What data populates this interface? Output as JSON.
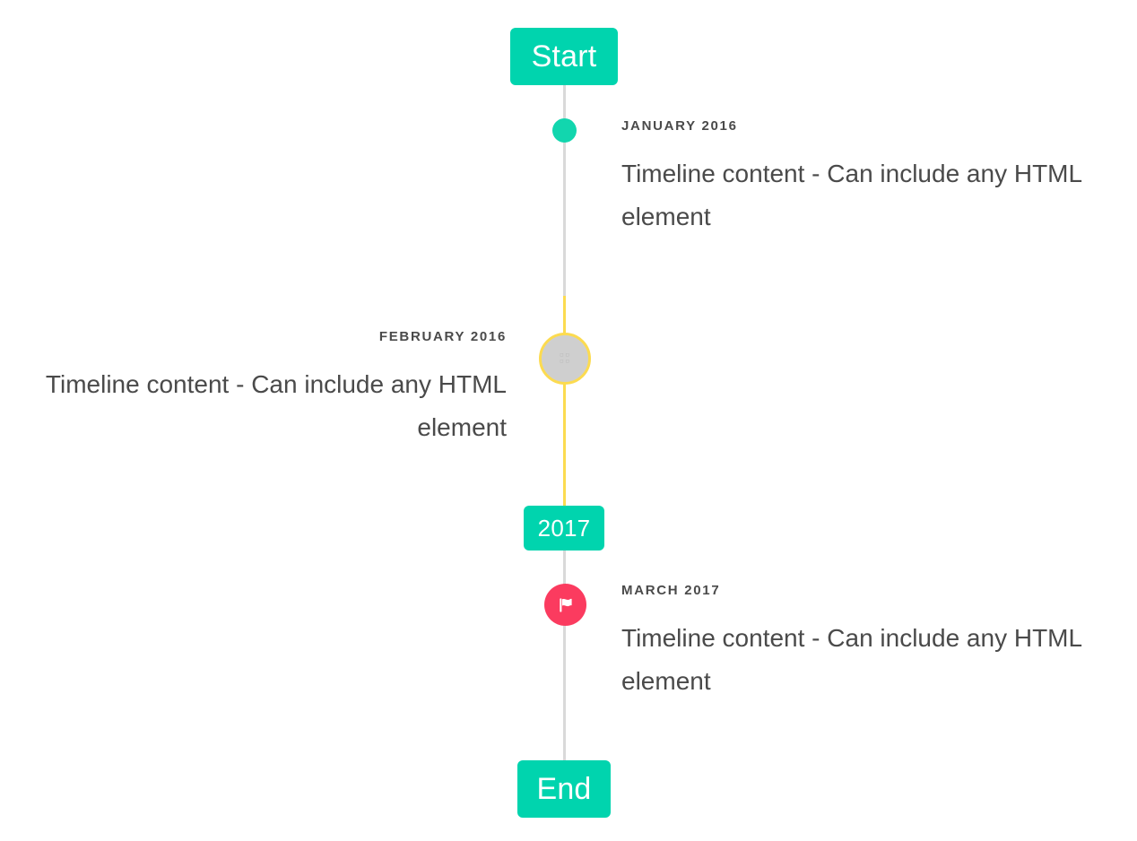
{
  "page": {
    "title": "Timeline",
    "background": "#ffffff"
  },
  "colors": {
    "accent_teal": "#00d4ae",
    "marker_dot_teal": "#12d6ae",
    "highlight_yellow": "#fcdb50",
    "rail_gray": "#d9d9d9",
    "marker_gray": "#cfcfcf",
    "flag_pink": "#fb3b5f",
    "text_dark": "#4a4a4a",
    "badge_text": "#ffffff"
  },
  "rail": {
    "top_label": "Start",
    "year_label": "2017",
    "bottom_label": "End"
  },
  "events": [
    {
      "id": "january-2016",
      "heading": "JANUARY 2016",
      "body": "Timeline content - Can include any HTML element",
      "side": "right",
      "marker": "dot",
      "marker_icon": "circle-dot-icon"
    },
    {
      "id": "february-2016",
      "heading": "FEBRUARY 2016",
      "body": "Timeline content - Can include any HTML element",
      "side": "left",
      "marker": "ring",
      "marker_icon": "broken-glyph-icon"
    },
    {
      "id": "march-2017",
      "heading": "MARCH 2017",
      "body": "Timeline content - Can include any HTML element",
      "side": "right",
      "marker": "flag",
      "marker_icon": "flag-icon"
    }
  ]
}
